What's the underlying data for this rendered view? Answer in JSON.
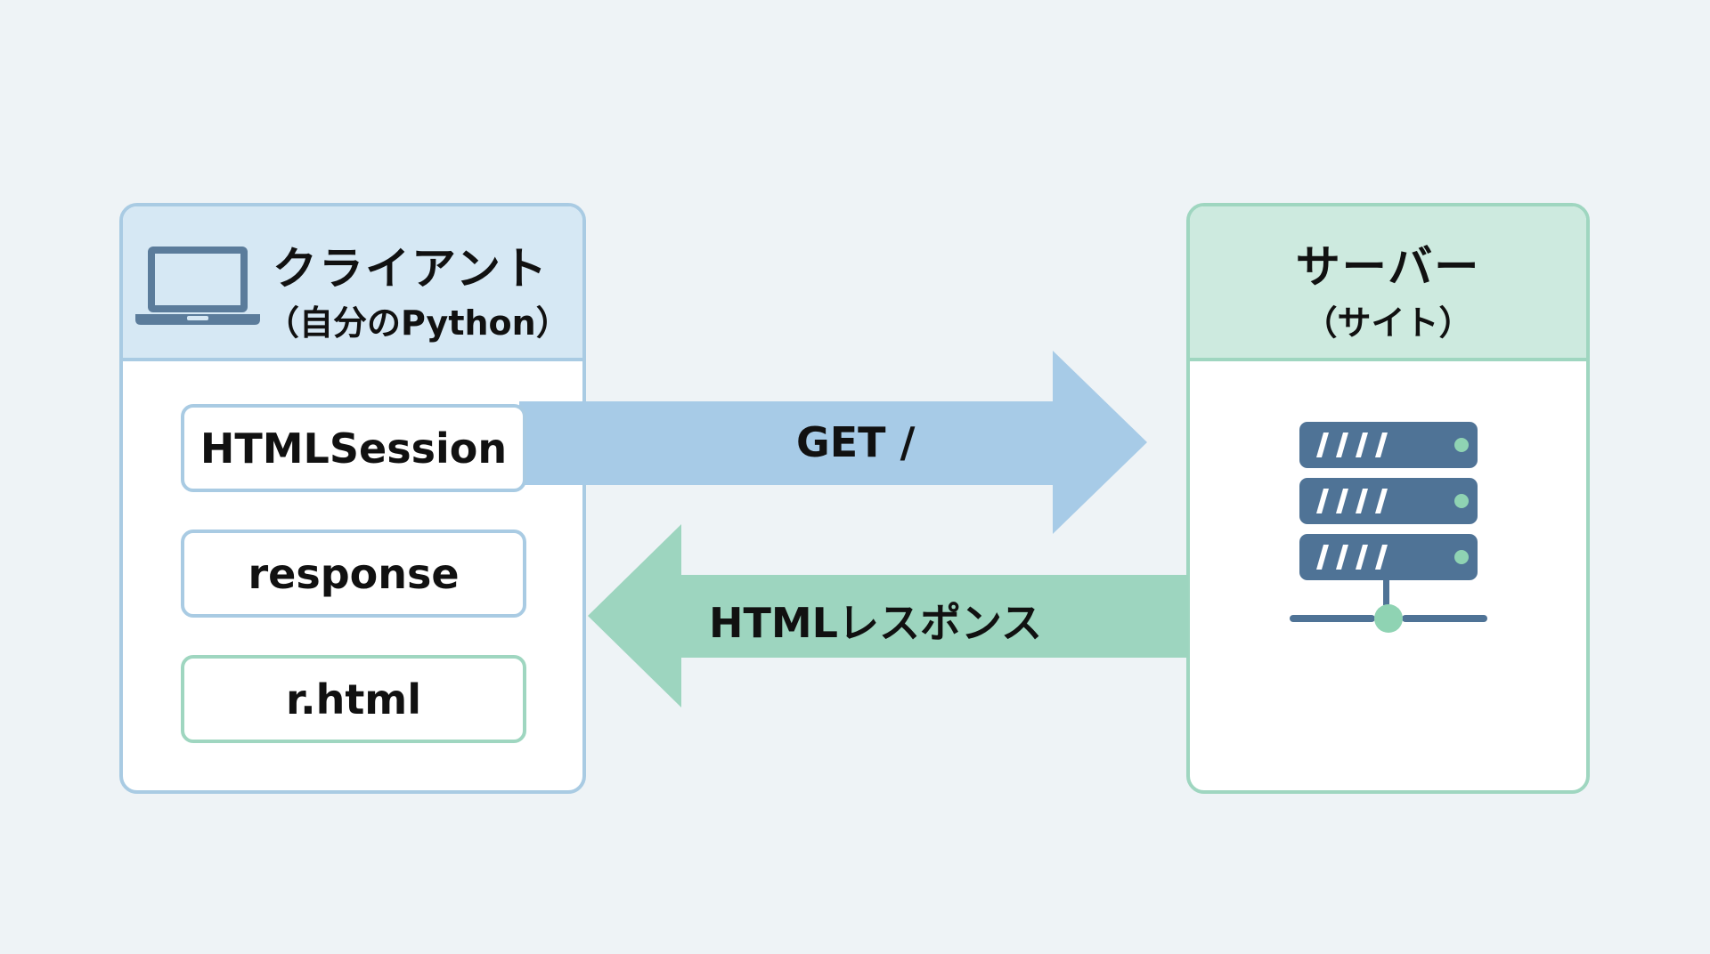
{
  "client": {
    "title": "クライアント",
    "subtitle": "（自分のPython）",
    "icon": "laptop-icon",
    "objects": [
      {
        "label": "HTMLSession",
        "color": "#a9cbe3"
      },
      {
        "label": "response",
        "color": "#a9cbe3"
      },
      {
        "label": "r.html",
        "color": "#9fd6c0"
      }
    ]
  },
  "server": {
    "title": "サーバー",
    "subtitle": "（サイト）",
    "icon": "server-rack-icon"
  },
  "arrows": {
    "request": {
      "label": "GET /",
      "direction": "client-to-server",
      "color": "#a7cbe7"
    },
    "response": {
      "label": "HTMLレスポンス",
      "direction": "server-to-client",
      "color": "#9dd5bf"
    }
  },
  "colors": {
    "background": "#eef3f6",
    "client_accent": "#a9cbe3",
    "server_accent": "#9fd6c0",
    "icon_dark": "#4f7396",
    "status_led": "#8fd3b3"
  }
}
